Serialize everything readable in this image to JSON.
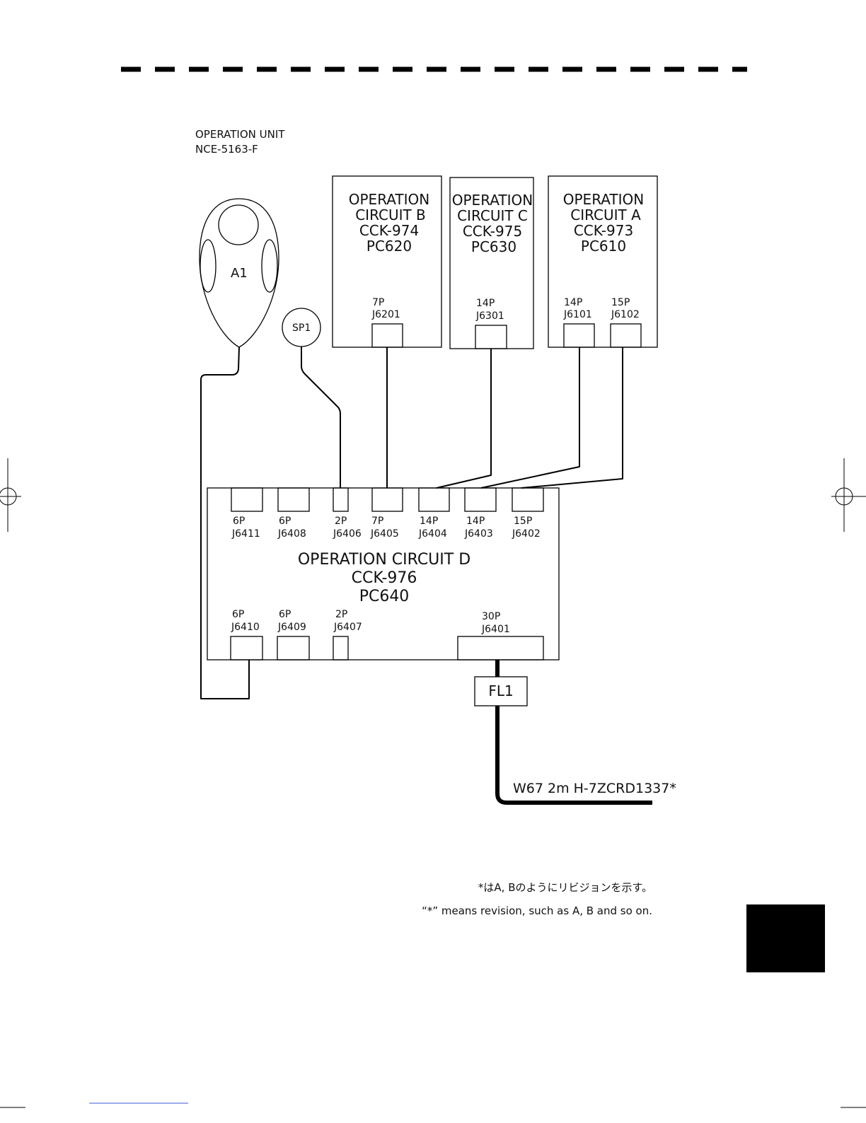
{
  "unit": {
    "line1": "OPERATION UNIT",
    "line2": "NCE-5163-F"
  },
  "trackball": {
    "label": "A1"
  },
  "speaker": {
    "label": "SP1"
  },
  "boards": {
    "b": {
      "lines": [
        "OPERATION",
        "CIRCUIT B",
        "CCK-974",
        "PC620"
      ],
      "connectors": [
        {
          "pins": "7P",
          "ref": "J6201"
        }
      ]
    },
    "c": {
      "lines": [
        "OPERATION",
        "CIRCUIT C",
        "CCK-975",
        "PC630"
      ],
      "connectors": [
        {
          "pins": "14P",
          "ref": "J6301"
        }
      ]
    },
    "a": {
      "lines": [
        "OPERATION",
        "CIRCUIT A",
        "CCK-973",
        "PC610"
      ],
      "connectors": [
        {
          "pins": "14P",
          "ref": "J6101"
        },
        {
          "pins": "15P",
          "ref": "J6102"
        }
      ]
    },
    "d": {
      "lines": [
        "OPERATION CIRCUIT D",
        "CCK-976",
        "PC640"
      ],
      "top_connectors": [
        {
          "pins": "6P",
          "ref": "J6411"
        },
        {
          "pins": "6P",
          "ref": "J6408"
        },
        {
          "pins": "2P",
          "ref": "J6406"
        },
        {
          "pins": "7P",
          "ref": "J6405"
        },
        {
          "pins": "14P",
          "ref": "J6404"
        },
        {
          "pins": "14P",
          "ref": "J6403"
        },
        {
          "pins": "15P",
          "ref": "J6402"
        }
      ],
      "bottom_connectors": [
        {
          "pins": "6P",
          "ref": "J6410"
        },
        {
          "pins": "6P",
          "ref": "J6409"
        },
        {
          "pins": "2P",
          "ref": "J6407"
        },
        {
          "pins": "30P",
          "ref": "J6401"
        }
      ]
    }
  },
  "filter": {
    "label": "FL1"
  },
  "cable": {
    "label": "W67  2m H-7ZCRD1337*"
  },
  "notes": {
    "jp": "*はA, Bのようにリビジョンを示す。",
    "en": "“*” means revision, such as A, B and so on."
  }
}
